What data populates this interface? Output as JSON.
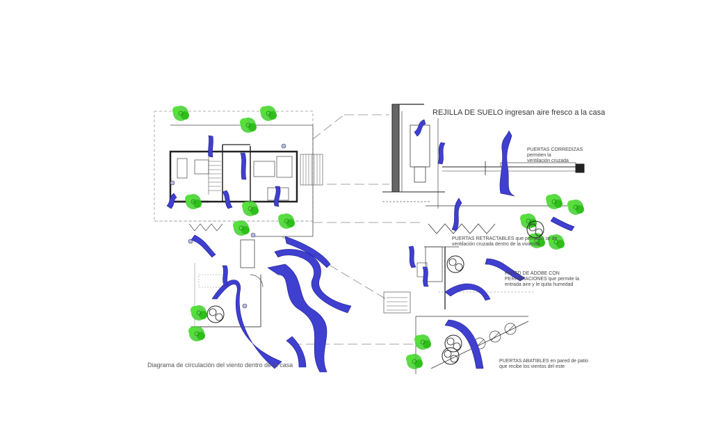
{
  "labels": {
    "rejilla": "REJILLA DE SUELO ingresan aire fresco a la casa",
    "corredizas_1": "PUERTAS CORREDIZAS",
    "corredizas_2": "permiten la",
    "corredizas_3": "ventilación cruzada",
    "retractables_1": "PUERTAS RETRACTABLES que permiten se de",
    "retractables_2": "ventilación cruzada dentro de la vivienda",
    "adobe_1": "PARED DE ADOBE CON",
    "adobe_2": "PERFORACIONES que permite la",
    "adobe_3": "entrada aire y le quita humedad",
    "abatibles_1": "PUERTAS ABATIBLES en pared de patio",
    "abatibles_2": "que recibe los vientos del este",
    "caption": "Diagrama de circulación del viento dentro de la casa"
  },
  "colors": {
    "wind": "#3f3fd0",
    "wind_dark": "#1e1e8a",
    "tree": "#3fcf2a",
    "tree_dark": "#1a8a10",
    "line": "#444444",
    "wall": "#222222",
    "dash": "#888888"
  },
  "icons": [
    "wind-arrow-icon",
    "tree-icon",
    "shrub-icon"
  ]
}
